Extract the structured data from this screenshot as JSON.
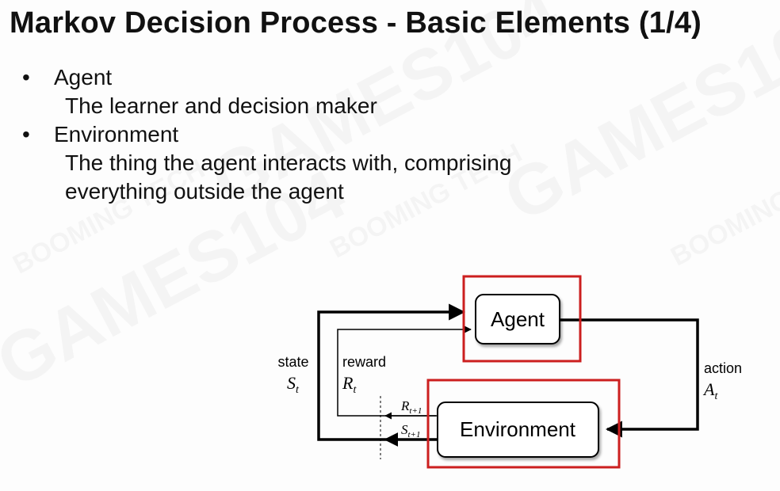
{
  "title": "Markov Decision Process - Basic Elements (1/4)",
  "bullets": [
    {
      "term": "Agent",
      "description_lines": [
        "The learner and decision maker"
      ]
    },
    {
      "term": "Environment",
      "description_lines": [
        "The thing the agent interacts with, comprising",
        "everything outside the agent"
      ]
    }
  ],
  "diagram": {
    "agent_label": "Agent",
    "environment_label": "Environment",
    "state_label": "state",
    "state_symbol": "S",
    "state_subscript": "t",
    "reward_label": "reward",
    "reward_symbol": "R",
    "reward_subscript": "t",
    "action_label": "action",
    "action_symbol": "A",
    "action_subscript": "t",
    "next_reward_symbol": "R",
    "next_reward_subscript": "t+1",
    "next_state_symbol": "S",
    "next_state_subscript": "t+1"
  },
  "highlight_color": "#cc1f1f",
  "watermark": {
    "texts": [
      "GAMES104",
      "GAMES104",
      "GAMES104",
      "BOOMING TECH",
      "BOOMING TECH",
      "BOOMING TECH"
    ]
  }
}
